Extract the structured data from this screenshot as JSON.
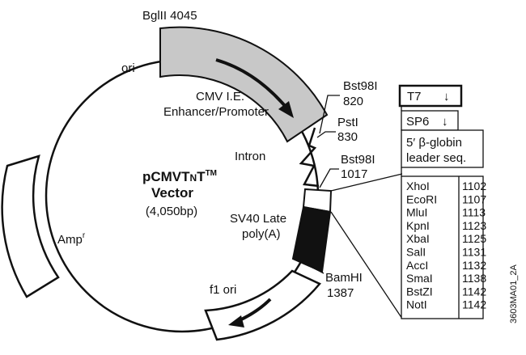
{
  "plasmid": {
    "name_main": "pCMVT",
    "name_sub1": "N",
    "name_t": "T",
    "name_tm": "TM",
    "name_line2": "Vector",
    "size": "(4,050bp)"
  },
  "features": {
    "bglII": "BglII 4045",
    "ori": "ori",
    "cmv_line1": "CMV I.E.",
    "cmv_line2": "Enhancer/Promoter",
    "intron": "Intron",
    "sv40_line1": "SV40 Late",
    "sv40_line2": "poly(A)",
    "amp": "Amp",
    "amp_sup": "r",
    "f1ori": "f1 ori"
  },
  "sites": {
    "bst98i_820_name": "Bst98I",
    "bst98i_820_pos": "820",
    "psti_name": "PstI",
    "psti_pos": "830",
    "bst98i_1017_name": "Bst98I",
    "bst98i_1017_pos": "1017",
    "bamhi_name": "BamHI",
    "bamhi_pos": "1387"
  },
  "mcs": {
    "t7": "T7",
    "sp6": "SP6",
    "arrow": "↓",
    "leader_line1": "5′ β-globin",
    "leader_line2": "leader seq.",
    "enzymes": [
      {
        "name": "XhoI",
        "pos": "1102"
      },
      {
        "name": "EcoRI",
        "pos": "1107"
      },
      {
        "name": "MluI",
        "pos": "1113"
      },
      {
        "name": "KpnI",
        "pos": "1123"
      },
      {
        "name": "XbaI",
        "pos": "1125"
      },
      {
        "name": "SalI",
        "pos": "1131"
      },
      {
        "name": "AccI",
        "pos": "1132"
      },
      {
        "name": "SmaI",
        "pos": "1138"
      },
      {
        "name": "BstZI",
        "pos": "1142"
      },
      {
        "name": "NotI",
        "pos": "1142"
      }
    ]
  },
  "catalog_code": "3603MA01_2A"
}
